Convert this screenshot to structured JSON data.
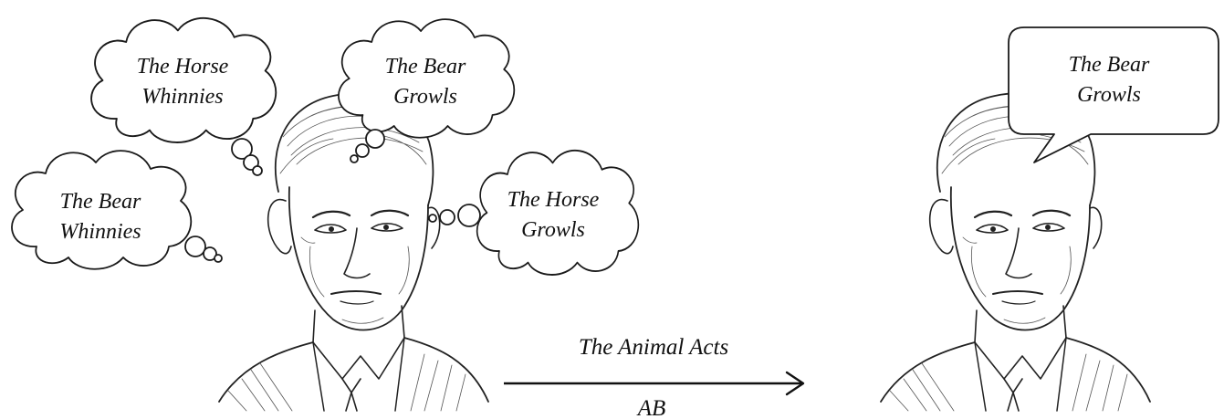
{
  "thoughts": [
    {
      "line1": "The Horse",
      "line2": "Whinnies"
    },
    {
      "line1": "The Bear",
      "line2": "Growls"
    },
    {
      "line1": "The Bear",
      "line2": "Whinnies"
    },
    {
      "line1": "The Horse",
      "line2": "Growls"
    }
  ],
  "speech": {
    "line1": "The Bear",
    "line2": "Growls"
  },
  "arrow": {
    "top_label": "The Animal Acts",
    "bottom_label": "AB"
  },
  "colors": {
    "ink": "#1a1a1a",
    "background": "#ffffff"
  }
}
